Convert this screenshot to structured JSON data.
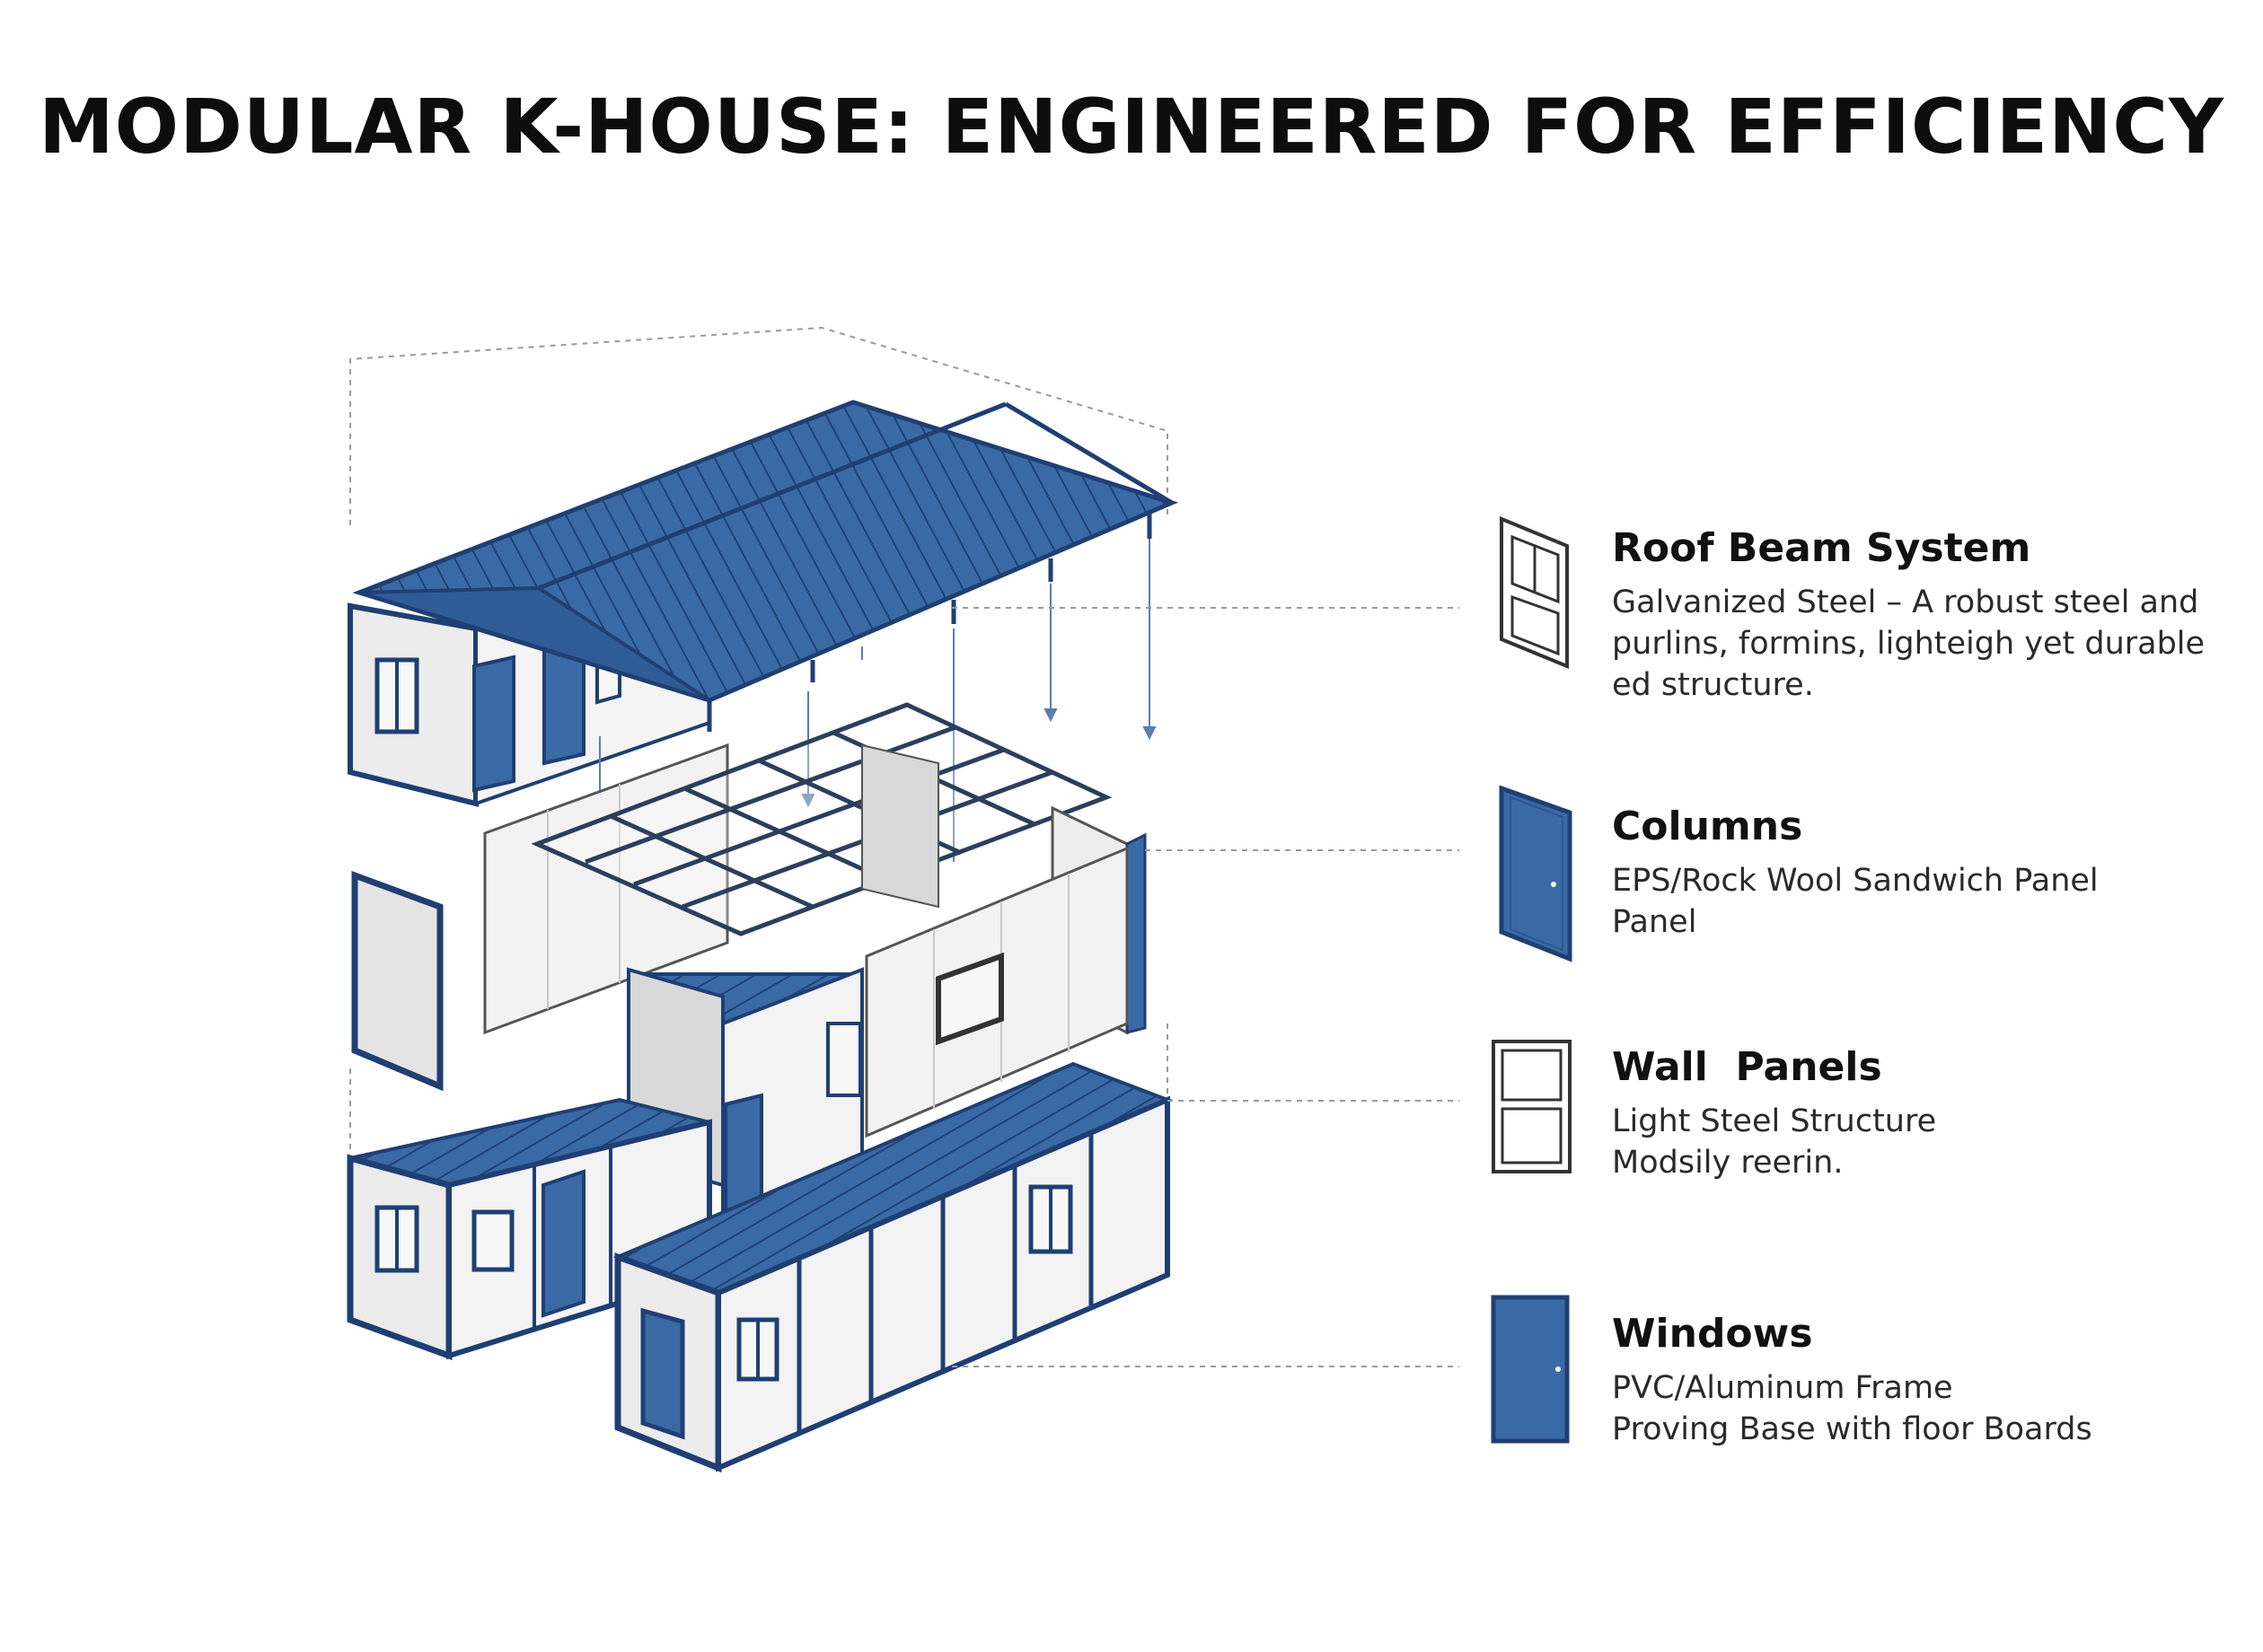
{
  "title": "MODULAR K-HOUSE: ENGINEERED FOR EFFICIENCY",
  "colors": {
    "steel_blue": "#3a6aa6",
    "edge_navy": "#1f3f73",
    "panel_white": "#f2f2f2",
    "panel_shade": "#dcdcdc",
    "leader_gray": "#9a9a9a"
  },
  "legend": [
    {
      "icon": "window-frame-icon",
      "label": "Roof Beam System",
      "description_lines": [
        "Galvanized Steel – A robust steel and",
        "purlins, formins, lighteigh yet durable",
        "ed structure."
      ]
    },
    {
      "icon": "blue-door-icon",
      "label": "Columns",
      "description_lines": [
        "EPS/Rock Wool Sandwich Panel",
        "Panel"
      ]
    },
    {
      "icon": "window-icon",
      "label": "Wall  Panels",
      "description_lines": [
        "Light Steel Structure",
        "Modsily reerin."
      ]
    },
    {
      "icon": "blue-door-icon",
      "label": "Windows",
      "description_lines": [
        "PVC/Aluminum Frame",
        "Proving Base with floor Boards"
      ]
    }
  ]
}
